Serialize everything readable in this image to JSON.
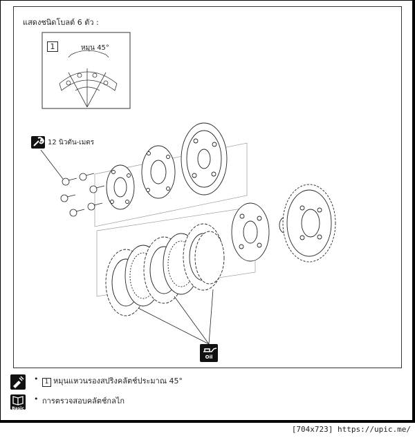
{
  "caption": "แสดงชนิดโบลต์ 6 ตัว :",
  "inset": {
    "number": "1",
    "label": "หมุน 45°"
  },
  "torque": {
    "icon": "wrench-icon",
    "label": "12 นิวตัน-เมตร"
  },
  "oil": {
    "icon": "oil-can-icon",
    "label": "Oil"
  },
  "notes": [
    {
      "icon": "install-icon",
      "ref": "1",
      "text": "หมุนแหวนรองสปริงคลัตช์ประมาณ 45°"
    },
    {
      "icon": "basic-book-icon",
      "icon_label": "Basic",
      "text": "การตรวจสอบคลัตช์กลไก"
    }
  ],
  "watermark": "[704x723] https://upic.me/"
}
